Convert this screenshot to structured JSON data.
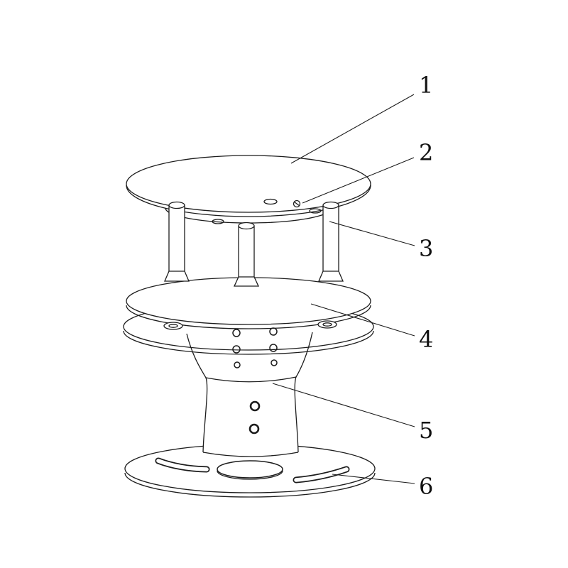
{
  "figure": {
    "background_color": "#ffffff",
    "line_color": "#1c1c1c",
    "callouts": [
      {
        "label": "1"
      },
      {
        "label": "2"
      },
      {
        "label": "3"
      },
      {
        "label": "4"
      },
      {
        "label": "5"
      },
      {
        "label": "6"
      }
    ]
  }
}
